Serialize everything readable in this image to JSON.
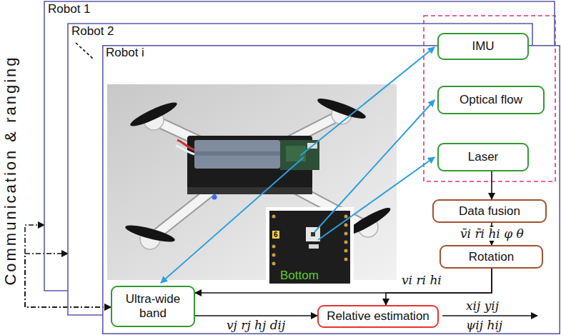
{
  "diagram": {
    "nodes": [
      {
        "text": [
          "Robot 1"
        ]
      },
      {
        "text": [
          "Robot 2"
        ]
      },
      {
        "text": [
          "Robot i"
        ]
      },
      {
        "text": [
          "IMU"
        ],
        "in": 2
      },
      {
        "text": [
          "Optical flow"
        ],
        "in": 2
      },
      {
        "text": [
          "Laser"
        ],
        "in": 2
      },
      {
        "text": [
          "Data fusion"
        ],
        "in": 2
      },
      {
        "text": [
          "Rotation"
        ],
        "in": 2
      },
      {
        "text": [
          "Ultra-wide band"
        ],
        "in": 2
      },
      {
        "text": [
          "Relative estimation"
        ],
        "in": 2
      }
    ],
    "edges": [
      {
        "from": 5,
        "to": 6,
        "arrow": "to"
      },
      {
        "from": 6,
        "to": 7,
        "label": "v̄i r̄i h̄i φ θ",
        "arrow": "to"
      },
      {
        "from": 7,
        "to": 9,
        "label": "vi ri hi",
        "arrow": "to"
      },
      {
        "from": 7,
        "to": 8,
        "arrow": "to"
      },
      {
        "from": 8,
        "to": 9,
        "label": "vj rj hj dij",
        "arrow": "to"
      },
      {
        "from": 8,
        "to": 0,
        "arrow": "both"
      },
      {
        "from": 8,
        "to": 1,
        "arrow": "both"
      }
    ],
    "labels": [
      "Communication & ranging",
      "6",
      "Bottom",
      "xij yij",
      "ψij hij"
    ]
  }
}
